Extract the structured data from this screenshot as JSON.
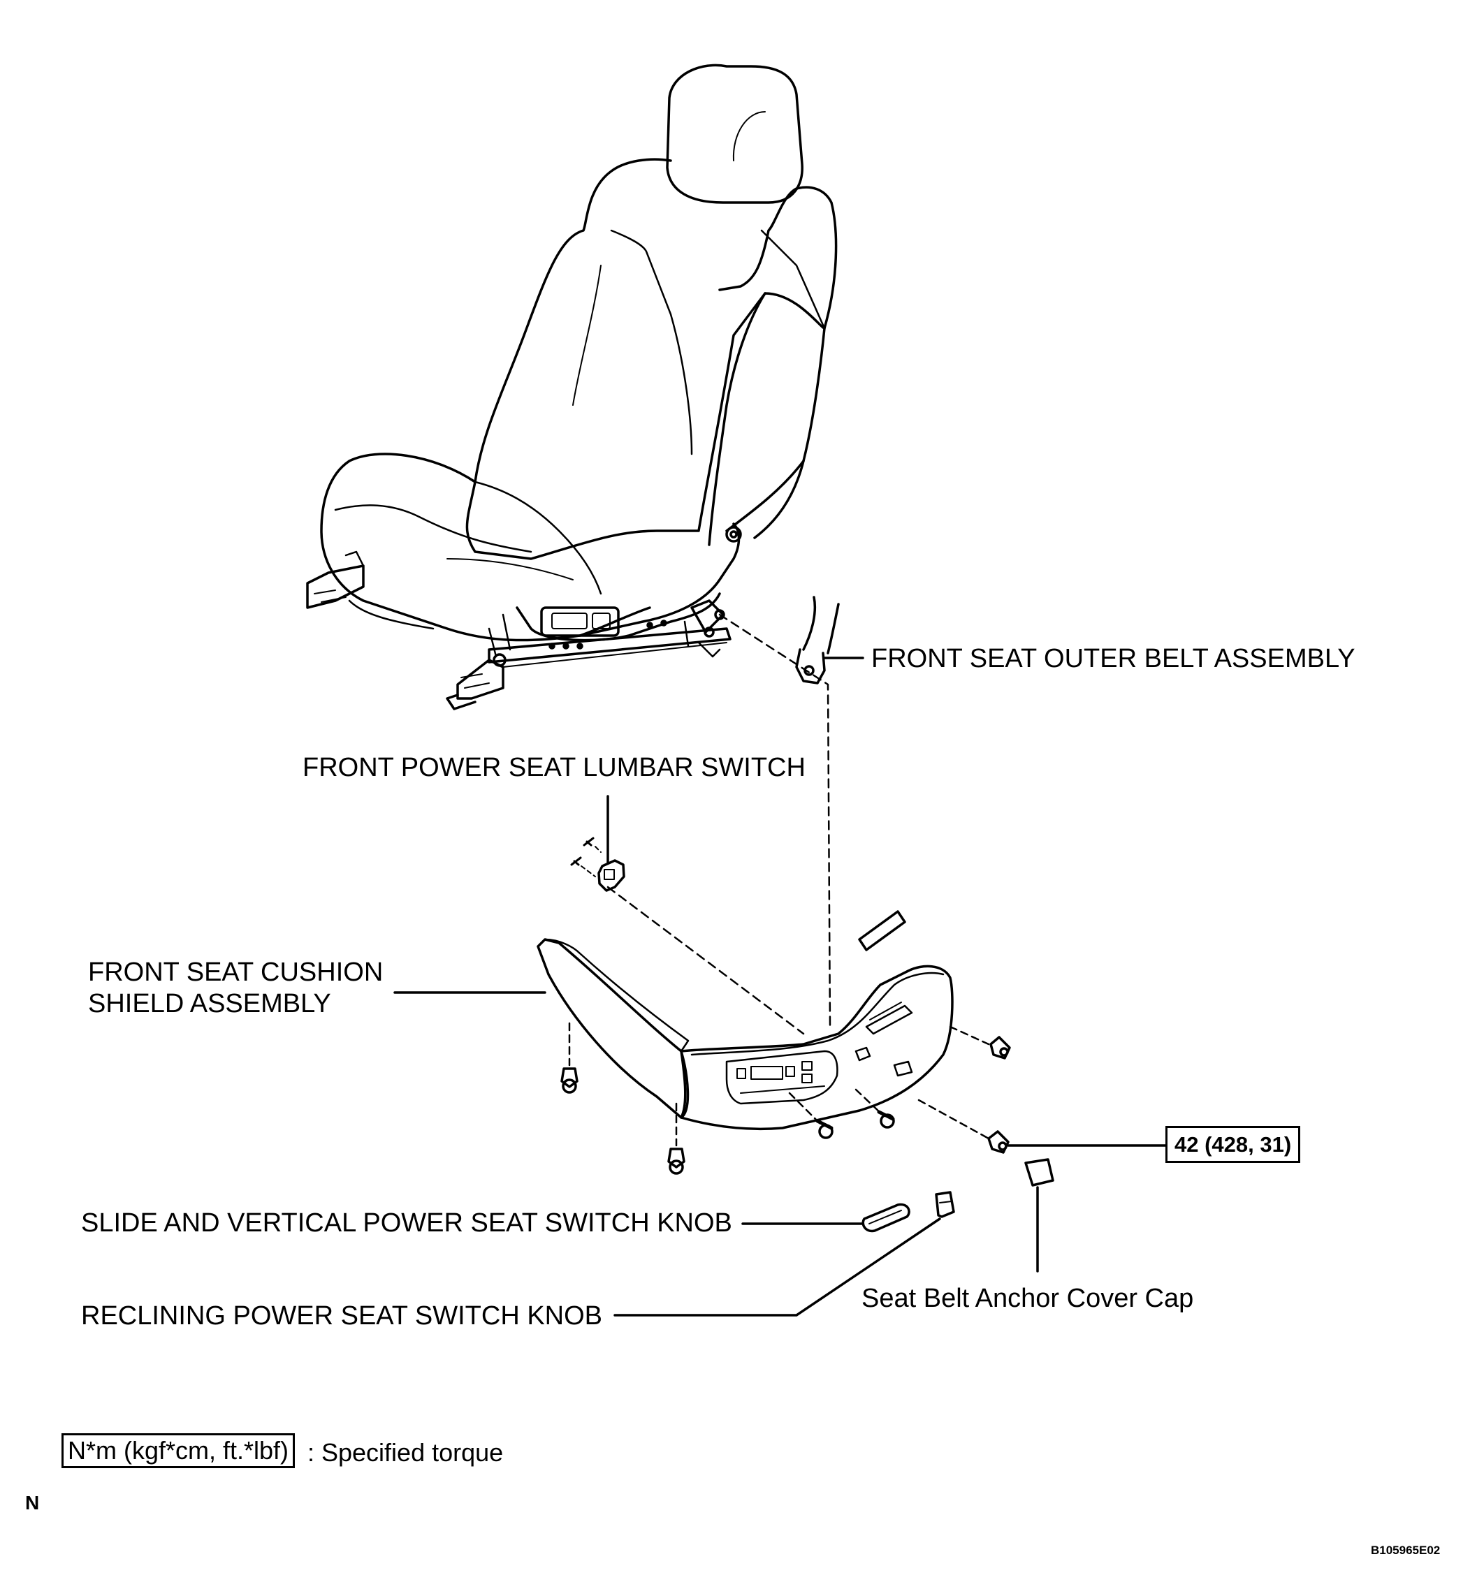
{
  "labels": {
    "outer_belt": "FRONT SEAT OUTER BELT ASSEMBLY",
    "lumbar_switch": "FRONT POWER SEAT LUMBAR SWITCH",
    "cushion_shield_line1": "FRONT SEAT CUSHION",
    "cushion_shield_line2": "SHIELD ASSEMBLY",
    "slide_knob": "SLIDE AND VERTICAL POWER SEAT SWITCH KNOB",
    "reclining_knob": "RECLINING POWER SEAT SWITCH KNOB",
    "anchor_cap": "Seat Belt Anchor Cover Cap"
  },
  "torque": {
    "value": "42 (428, 31)"
  },
  "legend": {
    "unit": "N*m (kgf*cm, ft.*lbf)",
    "text": ": Specified torque"
  },
  "footer": {
    "mark": "N",
    "code": "B105965E02"
  }
}
